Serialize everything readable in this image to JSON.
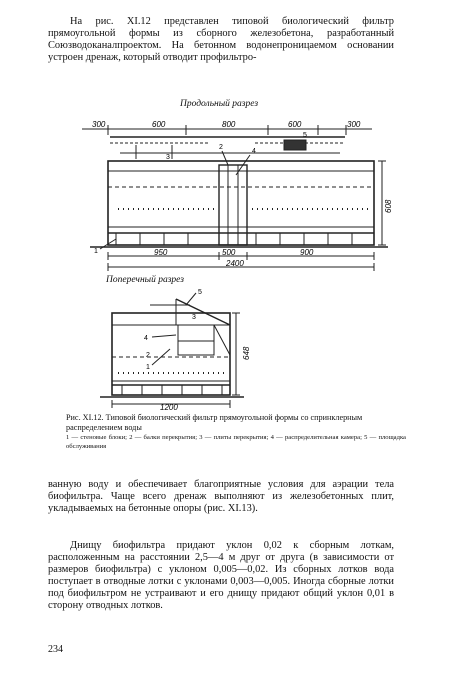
{
  "top_text": "На рис. XI.12 представлен типовой биологический фильтр прямоугольной формы из сборного железобетона, разработанный Союзводоканалпроектом. На бетонном водонепроницаемом основании устроен дренаж, который отводит профильтро-",
  "figure": {
    "longitudinal_title": "Продольный разрез",
    "transverse_title": "Поперечный разрез",
    "dims_top": [
      "300",
      "600",
      "800",
      "600",
      "300"
    ],
    "dims_bottom": [
      "950",
      "500",
      "900"
    ],
    "dim_total": "2400",
    "height_long": "608",
    "height_trans": "648",
    "width_trans": "1200",
    "callouts_long": [
      "1",
      "2",
      "3",
      "4",
      "5"
    ],
    "callouts_trans": [
      "5",
      "4",
      "3",
      "2",
      "1"
    ]
  },
  "caption": {
    "label": "Рис. XI.12.",
    "text": "Типовой биологический фильтр прямоугольной формы со спринклерным распределением воды",
    "legend": "1 — стеновые блоки; 2 — балки перекрытия; 3 — плиты перекрытия; 4 — распределительная камера; 5 — площадка обслуживания"
  },
  "bottom_p1": "ванную воду и обеспечивает благоприятные условия для аэрации тела биофильтра. Чаще всего дренаж выполняют из железобетонных плит, укладываемых на бетонные опоры (рис. XI.13).",
  "bottom_p2": "Днищу биофильтра придают уклон 0,02 к сборным лоткам, расположенным на расстоянии 2,5—4 м друг от друга (в зависимости от размеров биофильтра) с уклоном 0,005—0,02. Из сборных лотков вода поступает в отводные лотки с уклонами 0,003—0,005. Иногда сборные лотки под биофильтром не устраивают и его днищу придают общий уклон 0,01 в сторону отводных лотков.",
  "page_number": "234"
}
